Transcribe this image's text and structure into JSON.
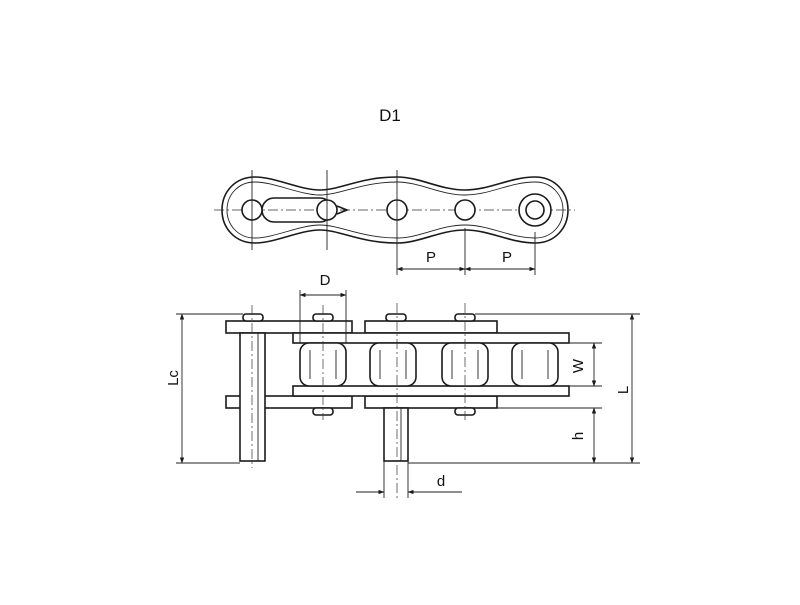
{
  "diagram": {
    "title": "D1",
    "labels": {
      "pitch": "P",
      "roller_diameter": "D",
      "overall_width": "L",
      "connecting_width": "Lc",
      "inner_width": "W",
      "pin_extension": "h",
      "pin_diameter": "d"
    }
  }
}
